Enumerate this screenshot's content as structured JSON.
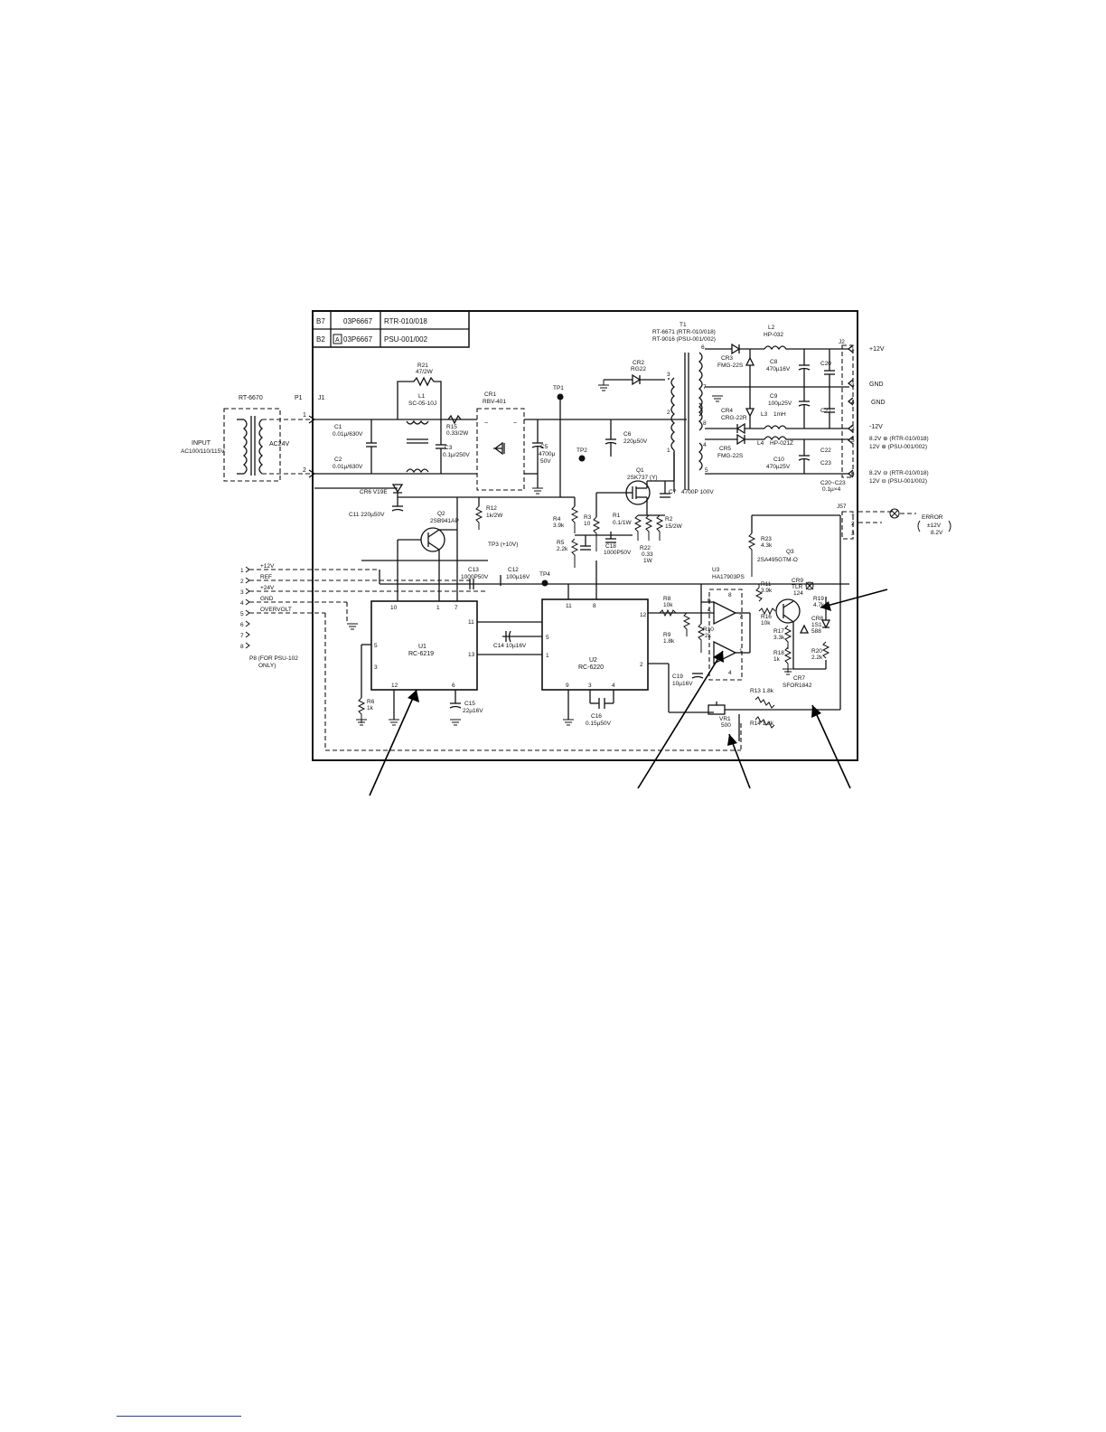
{
  "table": [
    {
      "ref": "B7",
      "mark": "",
      "part": "03P6667",
      "model": "RTR-010/018"
    },
    {
      "ref": "B2",
      "mark": "A",
      "part": "03P6667",
      "model": "PSU-001/002"
    }
  ],
  "input": {
    "transformer": "RT-6670",
    "label": "INPUT",
    "voltages": "AC100/110/115V",
    "secondary": "AC24V",
    "plug": "P1",
    "jack": "J1",
    "pin1": "1",
    "pin2": "2"
  },
  "filter": {
    "c1": "C1",
    "c1_val": "0.01µ/630V",
    "c2": "C2",
    "c2_val": "0.01µ/630V",
    "r21": "R21",
    "r21_val": "47/2W",
    "l1": "L1",
    "l1_val": "SC-05-10J",
    "r15": "R15",
    "r15_val": "0.33/2W",
    "c3": "C3",
    "c3_val": "0.1µ/250V"
  },
  "rectifier": {
    "cr1": "CR1",
    "cr1_val": "RBV-401",
    "c5": "C5",
    "c5_val1": "4700µ",
    "c5_val2": "50V",
    "tp1": "TP1",
    "tp2": "TP2",
    "c6": "C6",
    "c6_val": "220µ50V",
    "cr2": "CR2",
    "cr2_val": "RG22"
  },
  "transformer_t1": {
    "t1": "T1",
    "line1": "RT-6671 (RTR-010/018)",
    "line2": "RT-9016 (PSU-001/002)",
    "pins": [
      "1",
      "2",
      "3",
      "4",
      "5",
      "6",
      "7",
      "8"
    ]
  },
  "outputs": {
    "l2": "L2",
    "l2_val": "HP-032",
    "cr3": "CR3",
    "cr3_val": "FMG-22S",
    "c8": "C8",
    "c8_val": "470µ16V",
    "cr4": "CR4",
    "cr4_val": "CRG-22R",
    "c9": "C9",
    "c9_val": "100µ25V",
    "l3": "L3",
    "l3_val": "1mH",
    "l4": "L4",
    "l4_val": "HP-021Z",
    "cr5": "CR5",
    "cr5_val": "FMG-22S",
    "c10": "C10",
    "c10_val": "470µ25V",
    "c20": "C20",
    "c21": "C21",
    "c22": "C22",
    "c23": "C23",
    "c20_c23": "C20~C23",
    "c20_c23_val": "0.1µ×4",
    "j2": "J2",
    "rows": [
      {
        "pin": "1",
        "label": "+12V"
      },
      {
        "pin": "3",
        "label": "GND"
      },
      {
        "pin": "4",
        "label": "GND"
      },
      {
        "pin": "2",
        "label": "-12V"
      },
      {
        "pin": "5",
        "label": "8.2V ⊕  (RTR-010/018)"
      },
      {
        "pin": "",
        "label": "12V  ⊕  (PSU-001/002)"
      },
      {
        "pin": "6",
        "label": "8.2V ⊖  (RTR-010/018)"
      },
      {
        "pin": "",
        "label": "12V  ⊖  (PSU-001/002)"
      }
    ]
  },
  "switching": {
    "q1": "Q1",
    "q1_val": "2SK737 (Y)",
    "c7": "C7",
    "c7_val": "4700P 100V",
    "r1": "R1",
    "r1_val": "0.1/1W",
    "r22": "R22",
    "r22_val1": "0.33",
    "r22_val2": "1W",
    "r2": "R2",
    "r2_val": "15/2W",
    "c18": "C18",
    "c18_val": "1000P50V",
    "r3": "R3",
    "r3_val": "10",
    "r4": "R4",
    "r4_val": "3.9k",
    "r5": "R5",
    "r5_val": "2.2k",
    "tp3": "TP3 (+10V)",
    "tp4": "TP4"
  },
  "control": {
    "cr6": "CR6  V19E",
    "c11": "C11  220µ50V",
    "q2": "Q2",
    "q2_val": "2SB941AP",
    "r12": "R12",
    "r12_val": "1k/2W",
    "c13": "C13",
    "c13_val": "1000P50V",
    "c12": "C12",
    "c12_val": "100µ16V",
    "u1": "U1",
    "u1_val": "RC-6219",
    "u1_pins": [
      "10",
      "1",
      "7",
      "11",
      "5",
      "3",
      "13",
      "12",
      "6"
    ],
    "c14": "C14  10µ16V",
    "c15": "C15",
    "c15_val": "22µ16V",
    "r6": "R6",
    "r6_val": "1k",
    "u2": "U2",
    "u2_val": "RC-6220",
    "u2_pins": [
      "11",
      "8",
      "12",
      "5",
      "1",
      "2",
      "9",
      "3",
      "4"
    ],
    "c16": "C16",
    "c16_val": "0.15µ50V"
  },
  "p8": {
    "rows": [
      {
        "pin": "1",
        "label": "+12V"
      },
      {
        "pin": "2",
        "label": "REF"
      },
      {
        "pin": "3",
        "label": "+24V"
      },
      {
        "pin": "4",
        "label": "GND"
      },
      {
        "pin": "5",
        "label": "OVERVOLT"
      },
      {
        "pin": "6",
        "label": ""
      },
      {
        "pin": "7",
        "label": ""
      },
      {
        "pin": "8",
        "label": ""
      }
    ],
    "note1": "P8 (FOR PSU-102",
    "note2": "ONLY)"
  },
  "comparator": {
    "u3": "U3",
    "u3_val": "HA17903PS",
    "r8": "R8",
    "r8_val": "10k",
    "r9": "R9",
    "r9_val": "1.8k",
    "r10": "R10",
    "r10_val": "2k",
    "c19": "C19",
    "c19_val": "10µ16V",
    "r11": "R11",
    "r11_val": "3.9k",
    "r16": "R16",
    "r16_val": "10k",
    "r17": "R17",
    "r17_val": "3.3k",
    "r18": "R18",
    "r18_val": "1k",
    "r13": "R13  1.8k",
    "r14": "R14  1.8k",
    "vr1": "VR1",
    "vr1_val": "500",
    "pins": [
      "6",
      "5",
      "7",
      "8",
      "1",
      "4"
    ]
  },
  "alarm": {
    "r23": "R23",
    "r23_val": "4.3k",
    "q3": "Q3",
    "q3_val": "2SA495GTM-O",
    "cr9": "CR9",
    "cr9_val1": "TLR",
    "cr9_val2": "124",
    "r19": "R19",
    "r19_val": "4.7k",
    "cr8": "CR8",
    "cr8_val1": "1S1",
    "cr8_val2": "588",
    "r20": "R20",
    "r20_val": "2.2k",
    "cr7": "CR7",
    "cr7_val": "SFOR1842",
    "j57": "J57",
    "error": "ERROR",
    "error_val1": "±12V",
    "error_val2": "8.2V",
    "pins": [
      "1",
      "2",
      "3"
    ]
  }
}
